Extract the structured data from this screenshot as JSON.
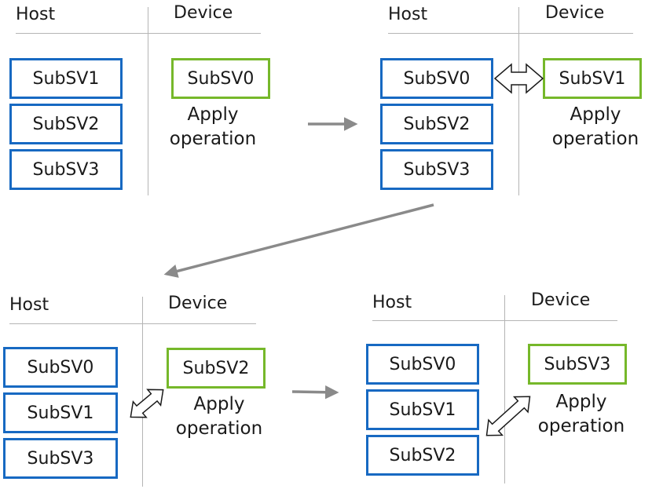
{
  "host_label": "Host",
  "device_label": "Device",
  "operation_label": {
    "line1": "Apply",
    "line2": "operation"
  },
  "steps": [
    {
      "host_items": [
        "SubSV1",
        "SubSV2",
        "SubSV3"
      ],
      "device_item": "SubSV0",
      "swap_arrow": false
    },
    {
      "host_items": [
        "SubSV0",
        "SubSV2",
        "SubSV3"
      ],
      "device_item": "SubSV1",
      "swap_arrow": true
    },
    {
      "host_items": [
        "SubSV0",
        "SubSV1",
        "SubSV3"
      ],
      "device_item": "SubSV2",
      "swap_arrow": true
    },
    {
      "host_items": [
        "SubSV0",
        "SubSV1",
        "SubSV2"
      ],
      "device_item": "SubSV3",
      "swap_arrow": true
    }
  ],
  "colors": {
    "host_border": "#1769c2",
    "device_border": "#76b82a",
    "flow_arrow": "#8a8a8a",
    "divider": "#b5b5b5"
  }
}
